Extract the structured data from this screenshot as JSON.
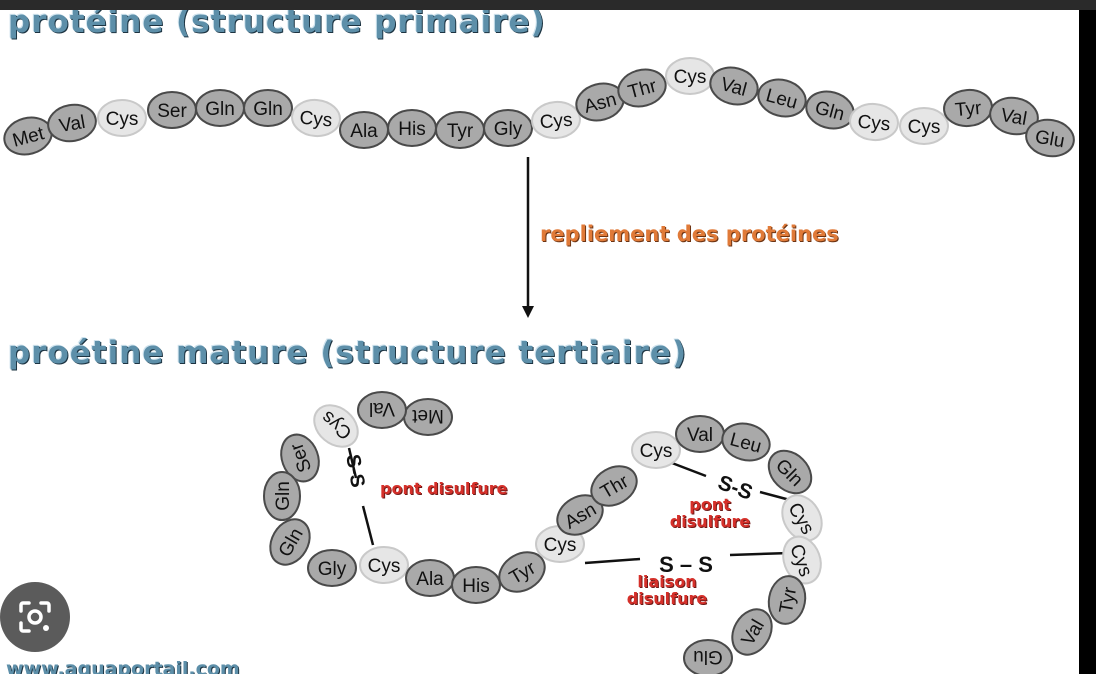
{
  "headings": {
    "primary": "protéine (structure primaire)",
    "tertiary": "proétine mature (structure tertiaire)"
  },
  "arrow_label": "repliement des protéines",
  "labels": {
    "pont_left": "pont disulfure",
    "pont_right_1": "pont",
    "pont_right_2": "disulfure",
    "liaison_1": "liaison",
    "liaison_2": "disulfure"
  },
  "bond_text": {
    "s": "S",
    "ss_left": "S-S",
    "ss_mid": "S-S",
    "ss_bottom": "S – S"
  },
  "watermark": "www.aquaportail.com",
  "icons": {
    "lens": "google-lens-icon"
  },
  "colors": {
    "dark_residue": "#a9a9a9",
    "cys_residue": "#e6e6e6",
    "heading": "#5d8fa9",
    "orange": "#e07a38",
    "red": "#d5302a"
  },
  "primary_chain": [
    "Met",
    "Val",
    "Cys",
    "Ser",
    "Gln",
    "Gln",
    "Cys",
    "Ala",
    "His",
    "Tyr",
    "Gly",
    "Cys",
    "Asn",
    "Thr",
    "Cys",
    "Val",
    "Leu",
    "Gln",
    "Cys",
    "Cys",
    "Tyr",
    "Val",
    "Glu"
  ],
  "tertiary_chain": [
    "Met",
    "Val",
    "Cys",
    "Ser",
    "Gln",
    "Gln",
    "Gly",
    "Cys",
    "Ala",
    "His",
    "Tyr",
    "Cys",
    "Asn",
    "Thr",
    "Cys",
    "Val",
    "Leu",
    "Gln",
    "Cys",
    "Cys",
    "Tyr",
    "Val",
    "Glu"
  ]
}
